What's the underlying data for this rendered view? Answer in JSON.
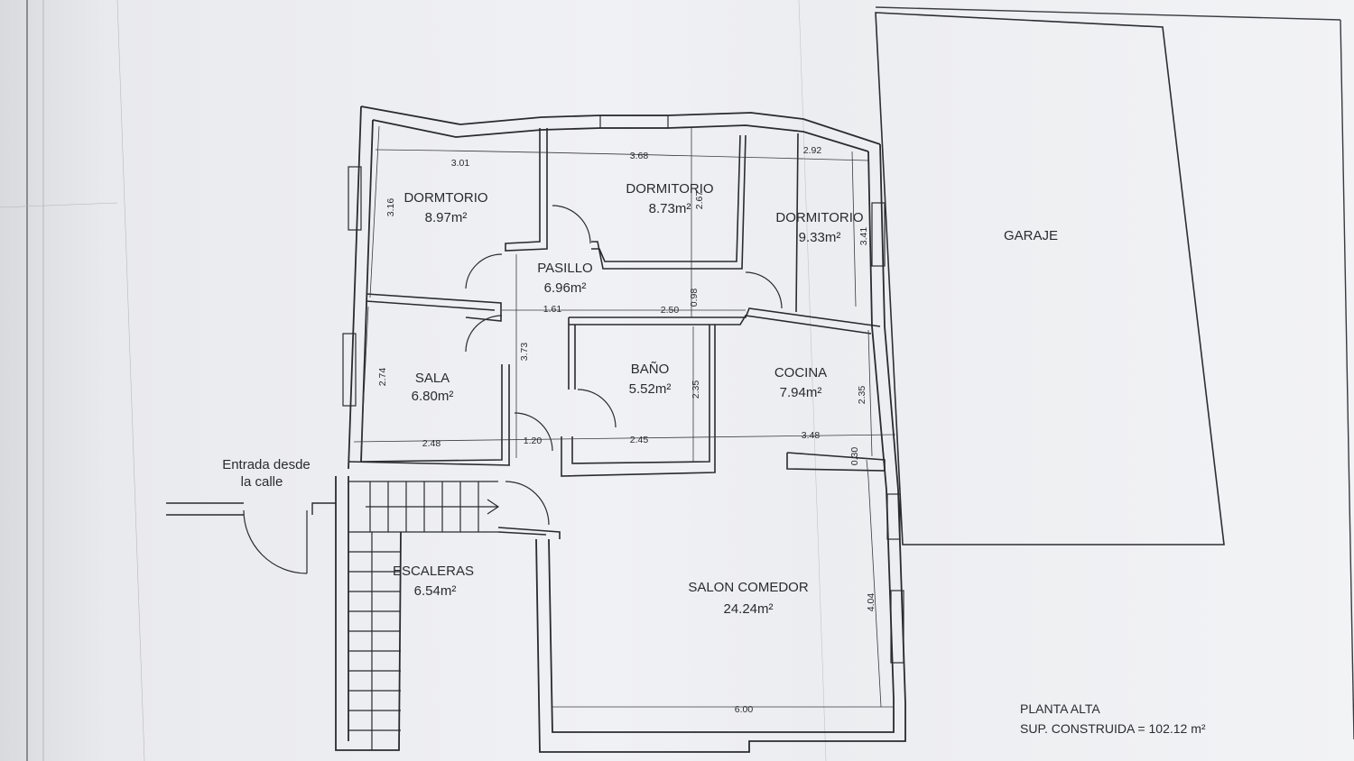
{
  "rooms": {
    "dormitorio_1": {
      "name": "DORMTORIO",
      "area": "8.97m²"
    },
    "dormitorio_2": {
      "name": "DORMITORIO",
      "area": "8.73m²"
    },
    "dormitorio_3": {
      "name": "DORMITORIO",
      "area": "9.33m²"
    },
    "pasillo": {
      "name": "PASILLO",
      "area": "6.96m²"
    },
    "sala": {
      "name": "SALA",
      "area": "6.80m²"
    },
    "bano": {
      "name": "BAÑO",
      "area": "5.52m²"
    },
    "cocina": {
      "name": "COCINA",
      "area": "7.94m²"
    },
    "escaleras": {
      "name": "ESCALERAS",
      "area": "6.54m²"
    },
    "salon": {
      "name": "SALON COMEDOR",
      "area": "24.24m²"
    },
    "garaje": {
      "name": "GARAJE"
    }
  },
  "entrance": {
    "line1": "Entrada desde",
    "line2": "la calle"
  },
  "dims": {
    "d1": "3.01",
    "d2": "3.68",
    "d3": "2.92",
    "d4": "3.16",
    "d5": "2.67",
    "d6": "3.41",
    "d7": "1.61",
    "d8": "2.50",
    "d9": "0.98",
    "d10": "3.73",
    "d11": "2.74",
    "d12": "2.35",
    "d13": "2.35",
    "d14": "2.48",
    "d15": "1.20",
    "d16": "2.45",
    "d17": "3.48",
    "d18": "0.30",
    "d19": "4.04",
    "d20": "6.00"
  },
  "title_block": {
    "line1": "PLANTA ALTA",
    "line2": "SUP. CONSTRUIDA = 102.12 m²"
  }
}
